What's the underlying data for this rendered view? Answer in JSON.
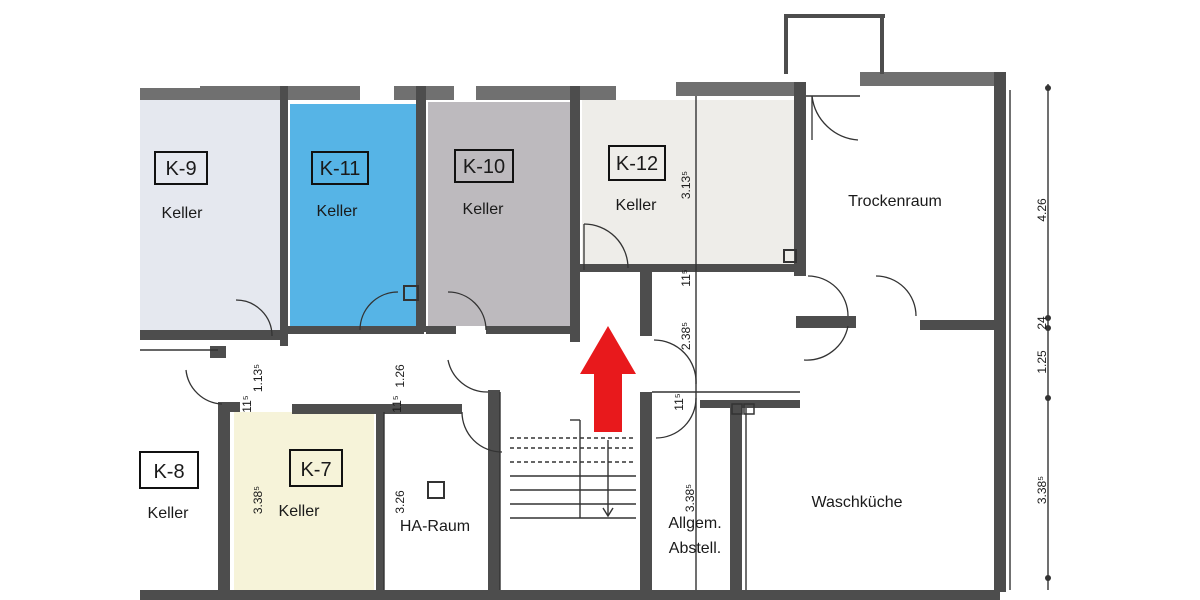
{
  "rooms": {
    "k9": {
      "code": "K-9",
      "name": "Keller",
      "fill": "#e5e8ef"
    },
    "k11": {
      "code": "K-11",
      "name": "Keller",
      "fill": "#56b4e6"
    },
    "k10": {
      "code": "K-10",
      "name": "Keller",
      "fill": "#bdbabe"
    },
    "k12": {
      "code": "K-12",
      "name": "Keller",
      "fill": "#eeede9"
    },
    "k8": {
      "code": "K-8",
      "name": "Keller"
    },
    "k7": {
      "code": "K-7",
      "name": "Keller",
      "fill": "#f6f3d9"
    },
    "trockenraum": {
      "name": "Trockenraum"
    },
    "waschkueche": {
      "name": "Waschküche"
    },
    "ha_raum": {
      "name": "HA-Raum"
    },
    "abstell": {
      "line1": "Allgem.",
      "line2": "Abstell."
    }
  },
  "dimensions": {
    "k12_height": "3.13⁵",
    "corridor_left": "1.13⁵",
    "corridor_mid": "1.26",
    "corridor_right": "2.38⁵",
    "k7_height": "3.38⁵",
    "ha_height": "3.26",
    "abstell_height": "3.38⁵",
    "wall_a": "11⁵",
    "wall_b": "11⁵",
    "wall_c": "11⁵",
    "wall_d": "11⁵",
    "side_1": "4.26",
    "side_2": "24",
    "side_3": "1.25",
    "side_4": "3.38⁵"
  },
  "marker": {
    "icon": "red-arrow-up-icon",
    "color": "#e8191c"
  }
}
